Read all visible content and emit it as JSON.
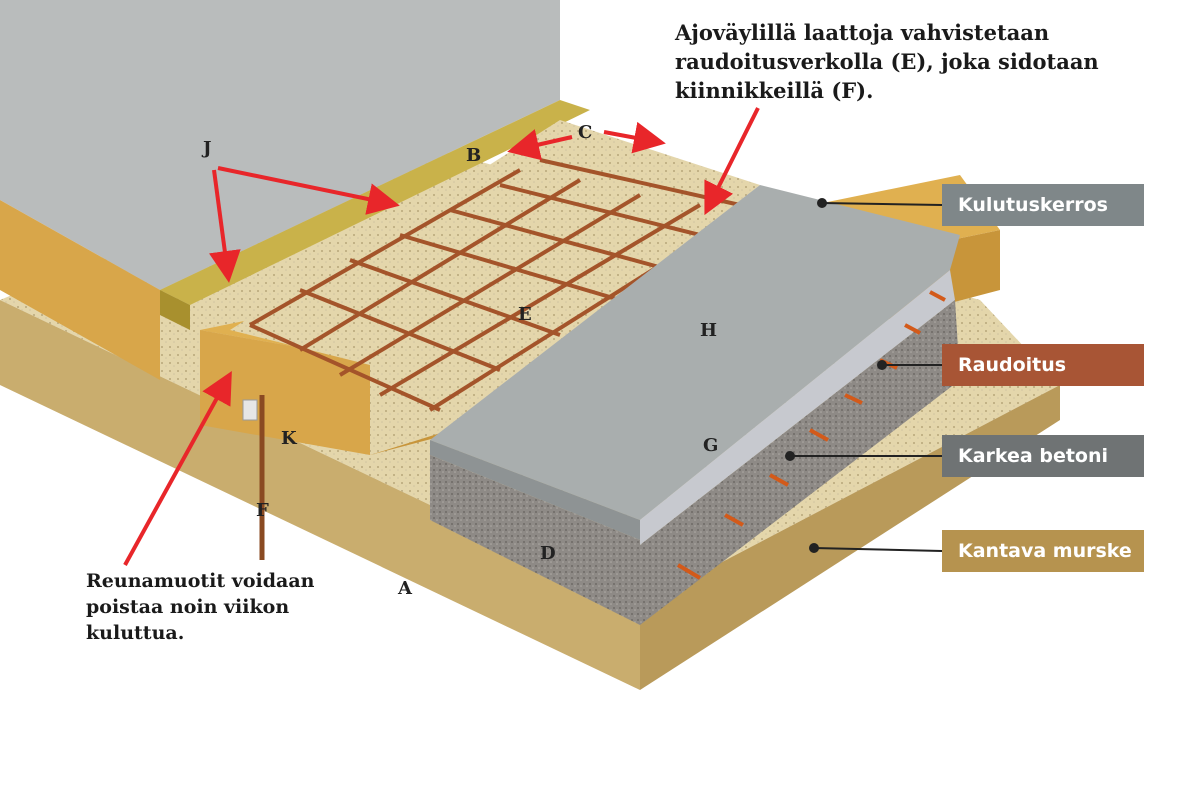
{
  "title_note": {
    "lines": [
      "Ajoväylillä laattoja vahvistetaan",
      "raudoitusverkolla (E), joka sidotaan",
      "kiinnikkeillä (F)."
    ]
  },
  "side_note": {
    "lines": [
      "Reunamuotit voidaan",
      "poistaa noin viikon",
      "kuluttua."
    ]
  },
  "layer_labels": [
    {
      "text": "Kulutuskerros",
      "color": "#7f8789"
    },
    {
      "text": "Raudoitus",
      "color": "#a85535"
    },
    {
      "text": "Karkea betoni",
      "color": "#6f7374"
    },
    {
      "text": "Kantava murske",
      "color": "#b6934f"
    }
  ],
  "letters": {
    "A": "A",
    "B": "B",
    "C": "C",
    "D": "D",
    "E": "E",
    "F": "F",
    "G": "G",
    "H": "H",
    "J": "J",
    "K": "K"
  },
  "colors": {
    "arrow": "#e8262a",
    "wood": "#d8a64a",
    "concrete": "#b9bcbc",
    "rebar": "#a4542a",
    "gravel": "#e2d3a8"
  }
}
